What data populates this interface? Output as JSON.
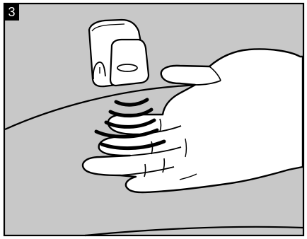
{
  "step": {
    "number": "3"
  },
  "colors": {
    "panel_background": "#c8c8c8",
    "border": "#000000",
    "hand_fill": "#ffffff",
    "dispenser_fill": "#ffffff",
    "sensor_waves": "#000000"
  },
  "icons": {
    "dispenser": "wall-mounted-automatic-dispenser",
    "hand": "open-hand-palm-down",
    "sensor_waves": "sensor-detection-waves"
  }
}
